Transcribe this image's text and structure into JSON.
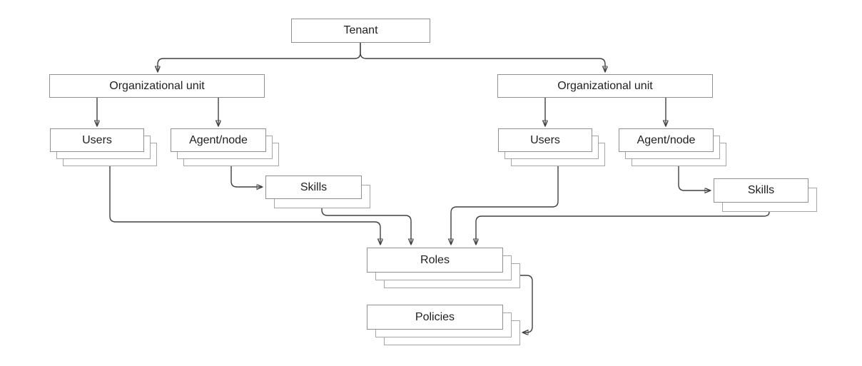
{
  "diagram_type": "hierarchy-diagram",
  "nodes": {
    "tenant": {
      "label": "Tenant"
    },
    "ou_left": {
      "label": "Organizational unit"
    },
    "ou_right": {
      "label": "Organizational unit"
    },
    "users_left": {
      "label": "Users"
    },
    "agent_left": {
      "label": "Agent/node"
    },
    "skills_left": {
      "label": "Skills"
    },
    "users_right": {
      "label": "Users"
    },
    "agent_right": {
      "label": "Agent/node"
    },
    "skills_right": {
      "label": "Skills"
    },
    "roles": {
      "label": "Roles"
    },
    "policies": {
      "label": "Policies"
    }
  },
  "edges": [
    {
      "from": "tenant",
      "to": "ou_left"
    },
    {
      "from": "tenant",
      "to": "ou_right"
    },
    {
      "from": "ou_left",
      "to": "users_left"
    },
    {
      "from": "ou_left",
      "to": "agent_left"
    },
    {
      "from": "agent_left",
      "to": "skills_left"
    },
    {
      "from": "ou_right",
      "to": "users_right"
    },
    {
      "from": "ou_right",
      "to": "agent_right"
    },
    {
      "from": "agent_right",
      "to": "skills_right"
    },
    {
      "from": "users_left",
      "to": "roles"
    },
    {
      "from": "skills_left",
      "to": "roles"
    },
    {
      "from": "users_right",
      "to": "roles"
    },
    {
      "from": "skills_right",
      "to": "roles"
    },
    {
      "from": "roles",
      "to": "policies"
    }
  ],
  "colors": {
    "background": "#ffffff",
    "box_border": "#8f8f8f",
    "stack_border": "#a6a6a6",
    "connector": "#404040",
    "text": "#1f1f1f"
  }
}
